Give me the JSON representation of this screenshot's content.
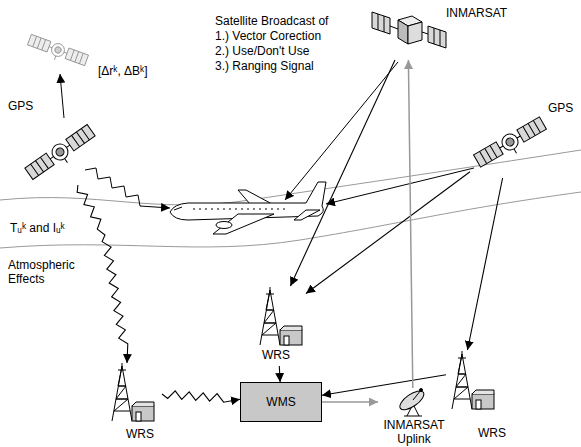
{
  "diagram": {
    "nodes": [
      {
        "text": [
          "INMARSAT"
        ]
      },
      {
        "text": [
          "GPS"
        ]
      },
      {
        "text": [
          "GPS"
        ]
      },
      {
        "text": [
          "WRS"
        ]
      },
      {
        "text": [
          "WRS"
        ]
      },
      {
        "text": [
          "WMS"
        ]
      },
      {
        "text": [
          "INMARSAT Uplink"
        ]
      },
      {
        "text": [
          "WRS"
        ]
      }
    ],
    "edges": [
      {
        "from": 0,
        "to": 3,
        "arrow": "to"
      },
      {
        "from": 1,
        "to": 4,
        "arrow": "to"
      },
      {
        "from": 2,
        "to": 3,
        "arrow": "to"
      },
      {
        "from": 2,
        "to": 7,
        "arrow": "to"
      },
      {
        "from": 3,
        "to": 5,
        "arrow": "to"
      },
      {
        "from": 4,
        "to": 5,
        "arrow": "to"
      },
      {
        "from": 7,
        "to": 5,
        "arrow": "to"
      },
      {
        "from": 5,
        "to": 6,
        "arrow": "to"
      },
      {
        "from": 6,
        "to": 0,
        "arrow": "to"
      }
    ],
    "labels": [
      "[Δrᵏ, ΔBᵏ]",
      "Satellite Broadcast of",
      "1.) Vector Corection",
      "2.) Use/Don't Use",
      "3.) Ranging Signal",
      "Tᵤᵏ and Iᵤᵏ",
      "Atmospheric Effects"
    ]
  }
}
